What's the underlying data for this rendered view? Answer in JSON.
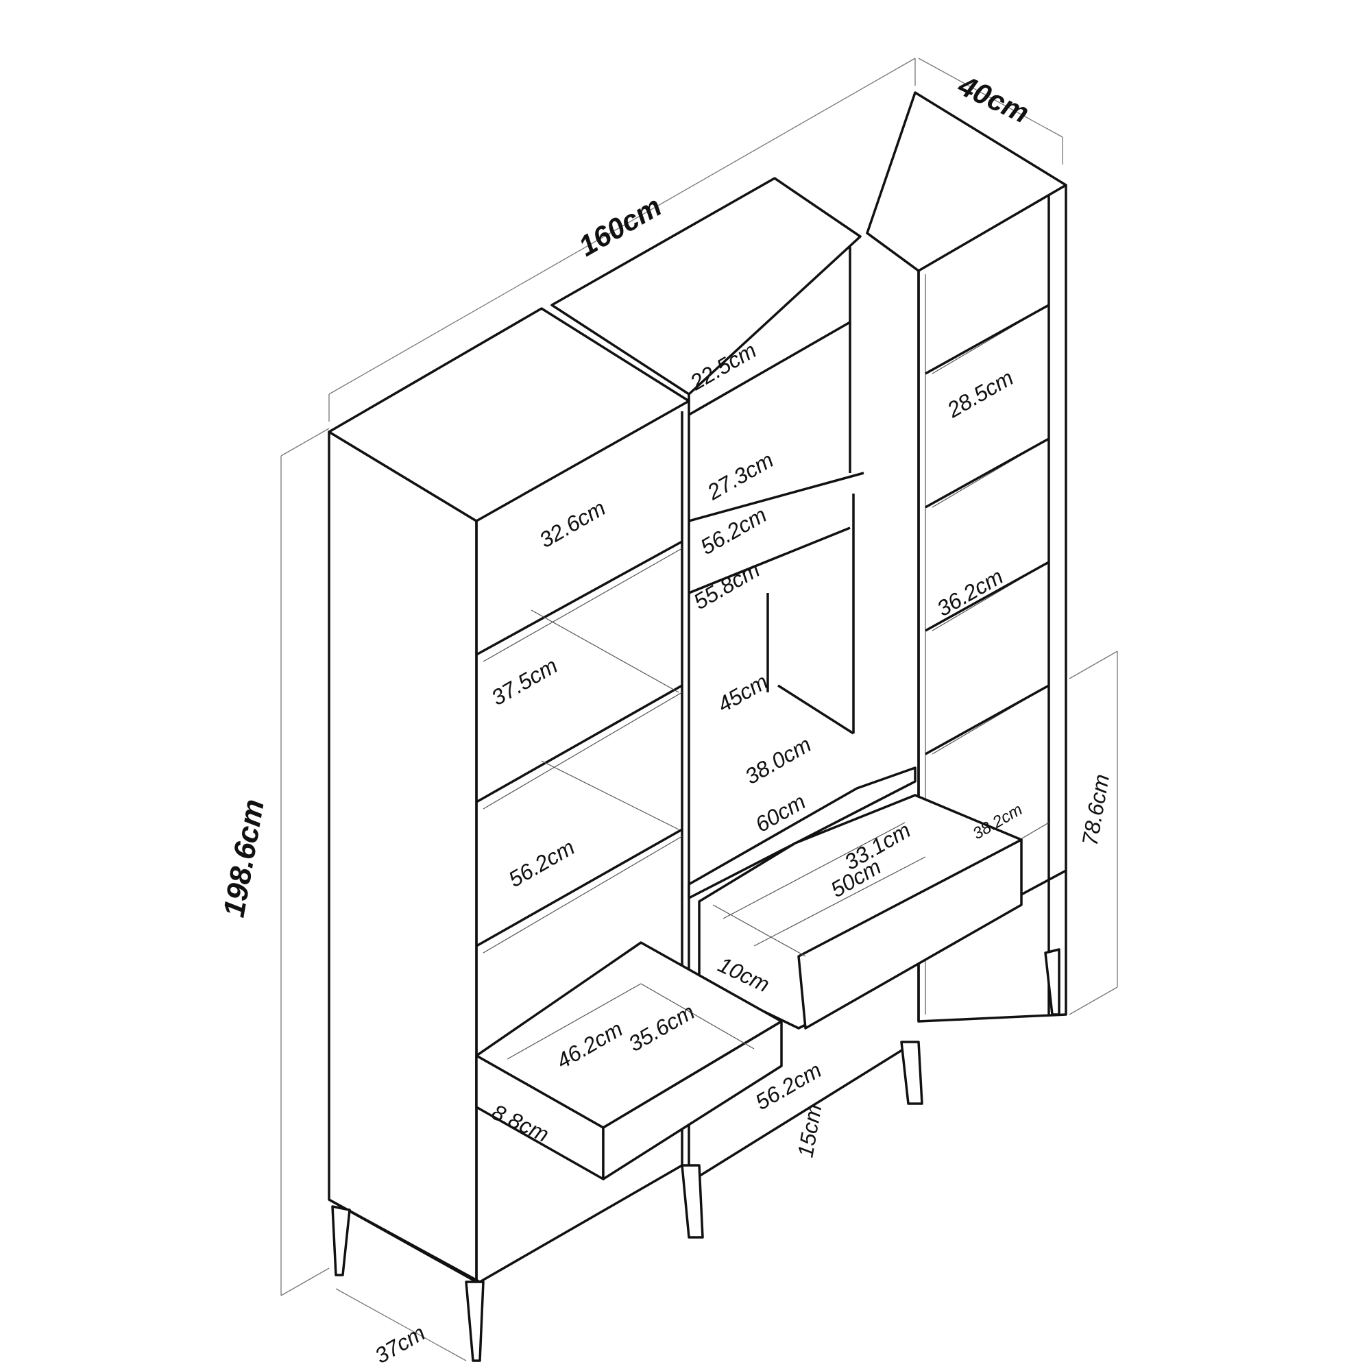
{
  "diagram": {
    "title": "Bookcase with drawers — dimension drawing",
    "overall": {
      "width": "160cm",
      "depth": "40cm",
      "height": "198.6cm",
      "leg_depth": "37cm",
      "side_unit_height": "78.6cm"
    },
    "left_unit": {
      "shelf_gap_top": "32.6cm",
      "shelf_gap_2": "37.5cm",
      "shelf_width": "56.2cm",
      "drawer_inner_width": "46.2cm",
      "drawer_inner_depth": "35.6cm",
      "drawer_height": "8.8cm"
    },
    "middle_unit": {
      "shelf_gap_top": "22.5cm",
      "shelf_gap_2": "27.3cm",
      "shelf_width_upper": "56.2cm",
      "shelf_width_lower": "55.8cm",
      "open_height": "45cm",
      "open_depth": "38.0cm",
      "desk_width": "60cm",
      "drawer_inner_depth": "33.1cm",
      "drawer_inner_width": "50cm",
      "drawer_height": "10cm",
      "base_width": "56.2cm",
      "base_height": "15cm"
    },
    "right_unit": {
      "shelf_gap_top": "28.5cm",
      "shelf_width": "36.2cm",
      "shelf_depth": "38.2cm"
    }
  }
}
